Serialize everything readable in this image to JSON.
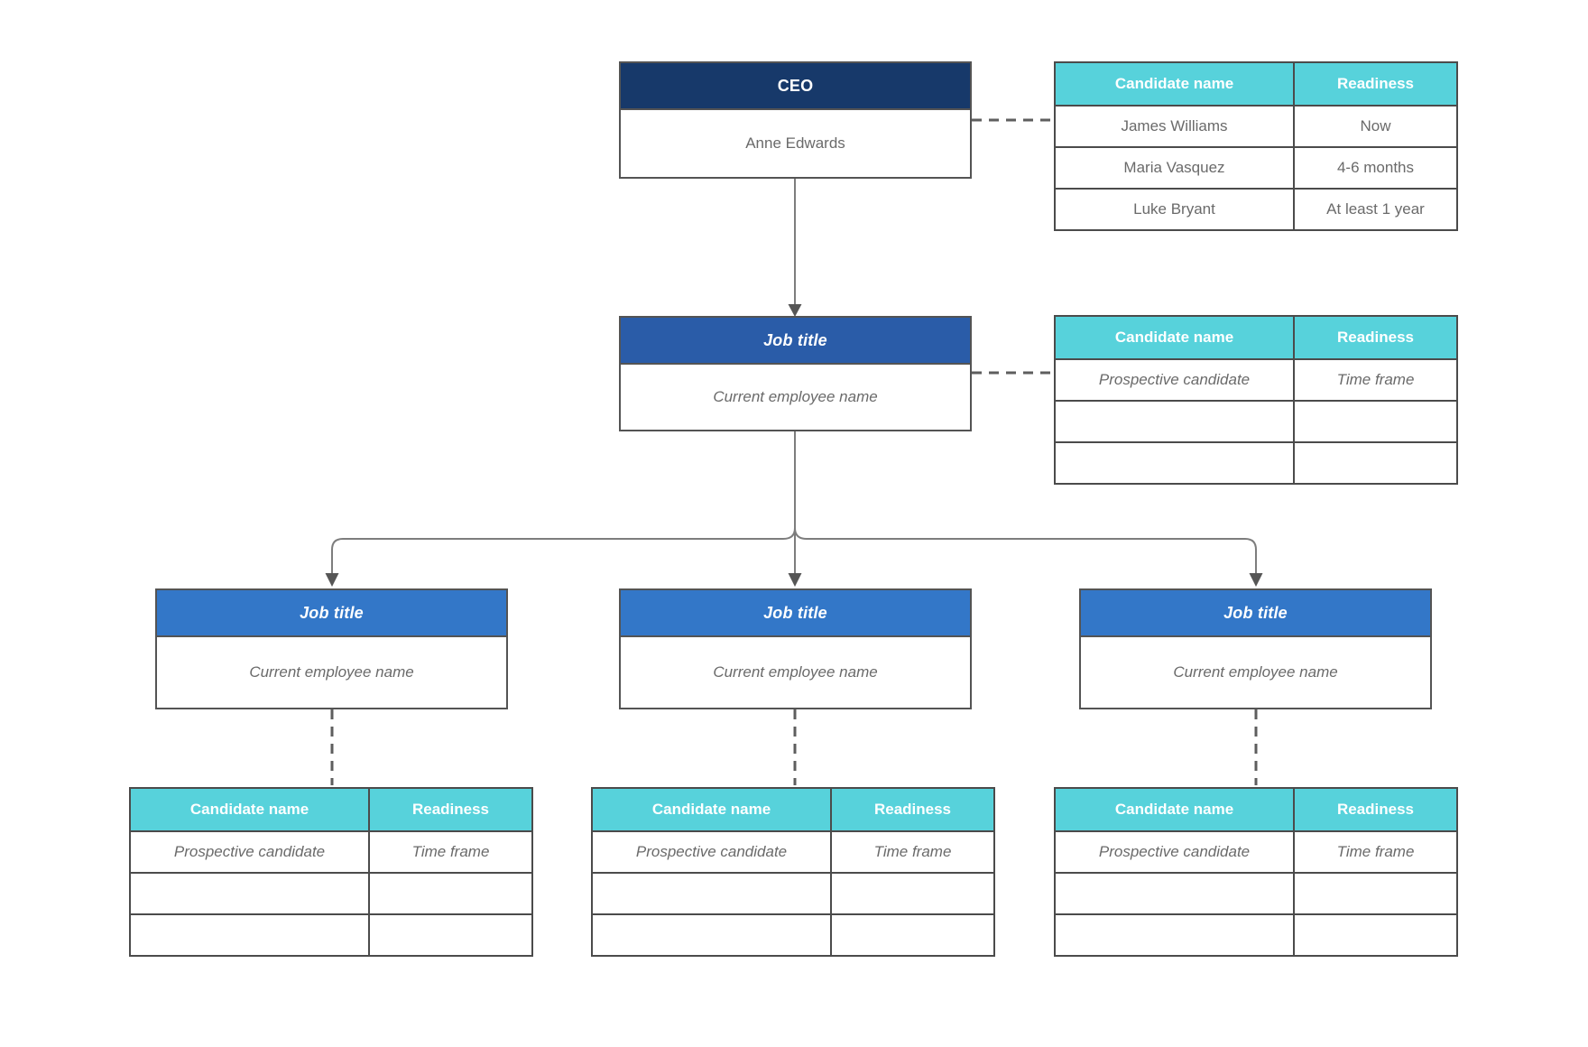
{
  "diagram_type": "succession-planning-org-chart",
  "colors": {
    "ceo_header": "#17396A",
    "manager_header": "#2A5CA8",
    "child_header": "#3377C8",
    "table_header": "#57D2DB",
    "header_text": "#FFFFFF",
    "body_text": "#6A6A6A",
    "border": "#4B4B4B",
    "solid_connector": "#7D7D7D",
    "dashed_connector": "#5E5E5E",
    "arrowhead": "#565656"
  },
  "boxes": {
    "ceo": {
      "title": "CEO",
      "name": "Anne Edwards"
    },
    "manager": {
      "title": "Job title",
      "name": "Current employee name"
    },
    "child_left": {
      "title": "Job title",
      "name": "Current employee name"
    },
    "child_middle": {
      "title": "Job title",
      "name": "Current employee name"
    },
    "child_right": {
      "title": "Job title",
      "name": "Current employee name"
    }
  },
  "tables": {
    "headers": [
      "Candidate name",
      "Readiness"
    ],
    "ceo_candidates": [
      [
        "James Williams",
        "Now"
      ],
      [
        "Maria Vasquez",
        "4-6 months"
      ],
      [
        "Luke Bryant",
        "At least 1 year"
      ]
    ],
    "placeholder": [
      "Prospective candidate",
      "Time frame"
    ]
  }
}
